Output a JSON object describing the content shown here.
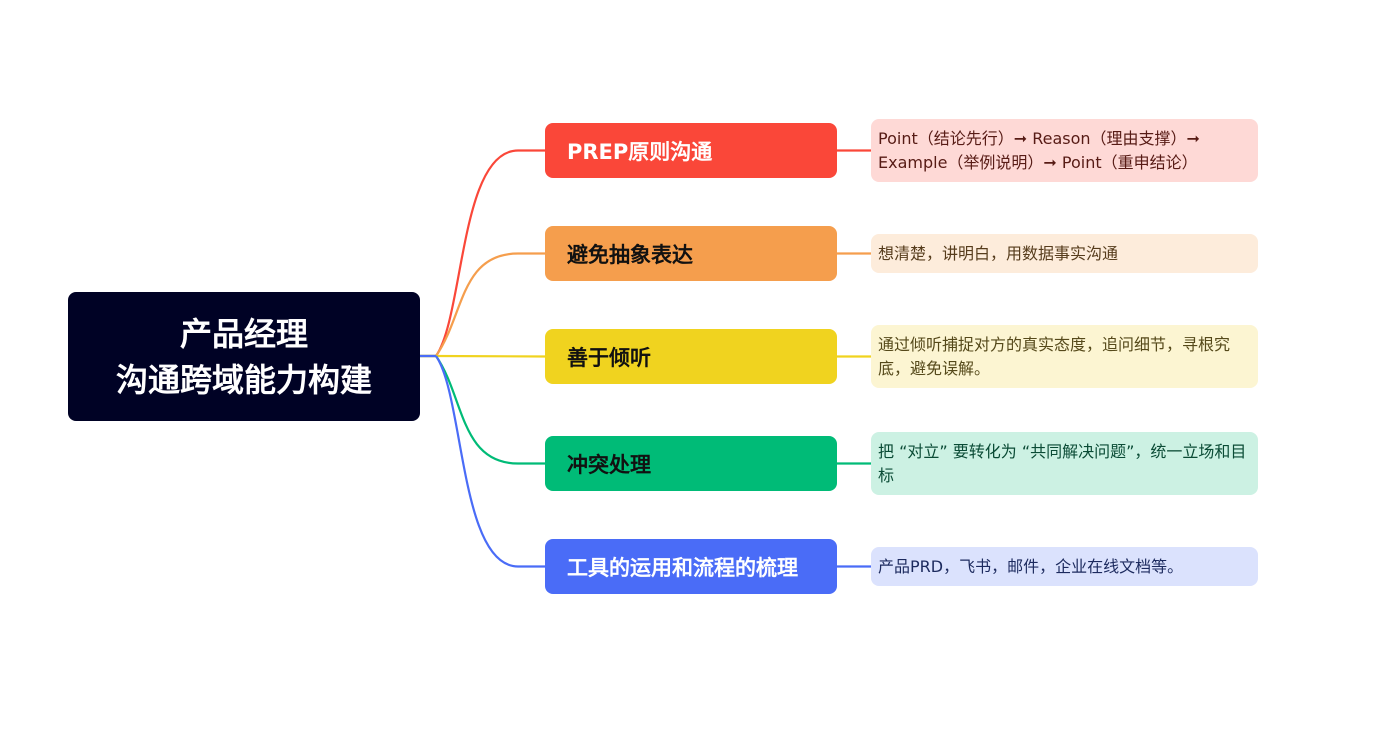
{
  "root": {
    "line1": "产品经理",
    "line2": "沟通跨域能力构建",
    "background": "#000225"
  },
  "branches": [
    {
      "label": "PREP原则沟通",
      "detail": "Point（结论先行）➞ Reason（理由支撑）➞ Example（举例说明）➞ Point（重申结论）",
      "color": "#fa4739",
      "text_color": "#ffffff",
      "detail_bg": "#fed9d6",
      "detail_color": "#571b15"
    },
    {
      "label": "避免抽象表达",
      "detail": "想清楚，讲明白，用数据事实沟通",
      "color": "#f59e4d",
      "text_color": "#111111",
      "detail_bg": "#fdecdb",
      "detail_color": "#563c1c"
    },
    {
      "label": "善于倾听",
      "detail": "通过倾听捕捉对方的真实态度，追问细节，寻根究底，避免误解。",
      "color": "#f0d31f",
      "text_color": "#111111",
      "detail_bg": "#fcf5d2",
      "detail_color": "#55491a"
    },
    {
      "label": "冲突处理",
      "detail": "把 “对立” 要转化为 “共同解决问题”，统一立场和目标",
      "color": "#00bb77",
      "text_color": "#111111",
      "detail_bg": "#ccf1e3",
      "detail_color": "#0a4b35"
    },
    {
      "label": "工具的运用和流程的梳理",
      "detail": "产品PRD，飞书，邮件，企业在线文档等。",
      "color": "#4a6cf7",
      "text_color": "#ffffff",
      "detail_bg": "#dbe2fd",
      "detail_color": "#1c2a5e"
    }
  ]
}
